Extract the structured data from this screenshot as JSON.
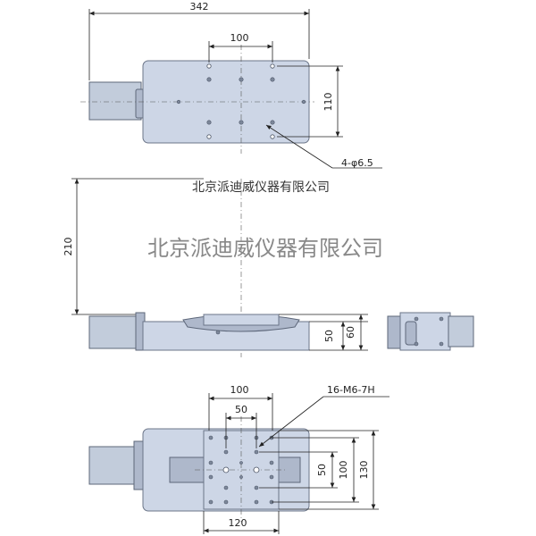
{
  "dims": {
    "top_width": "342",
    "top_hole_spacing": "100",
    "top_height": "110",
    "hole_callout": "4-φ6.5",
    "front_height": "210",
    "front_h1": "50",
    "front_h2": "60",
    "bottom_w100": "100",
    "bottom_w50": "50",
    "thread_callout": "16-M6-7H",
    "bottom_h50": "50",
    "bottom_h100": "100",
    "bottom_h130": "130",
    "bottom_w120": "120"
  },
  "watermark": {
    "small": "北京派迪威仪器有限公司",
    "large": "北京派迪威仪器有限公司"
  },
  "colors": {
    "body": "#cdd6e6",
    "outline": "#6b7588"
  }
}
